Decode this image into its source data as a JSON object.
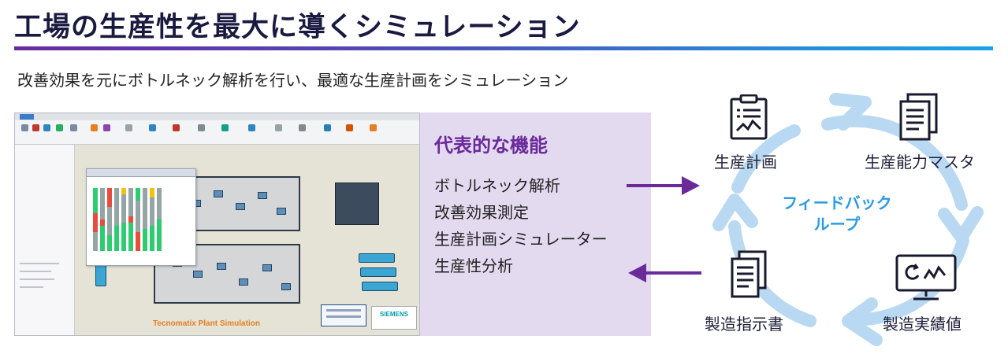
{
  "page": {
    "title": "工場の生産性を最大に導くシミュレーション",
    "subtitle": "改善効果を元にボトルネック解析を行い、最適な生産計画をシミュレーション"
  },
  "screenshot": {
    "brand_text": "Tecnomatix Plant Simulation",
    "siemens_text": "SIEMENS"
  },
  "features": {
    "heading": "代表的な機能",
    "items": [
      "ボトルネック解析",
      "改善効果測定",
      "生産計画シミュレーター",
      "生産性分析"
    ]
  },
  "cycle": {
    "center_line1": "フィードバック",
    "center_line2": "ループ",
    "nodes": [
      {
        "label": "生産計画",
        "icon": "clipboard-chart-icon"
      },
      {
        "label": "生産能力マスタ",
        "icon": "documents-icon"
      },
      {
        "label": "製造指示書",
        "icon": "instruction-document-icon"
      },
      {
        "label": "製造実績値",
        "icon": "monitor-chart-icon"
      }
    ]
  },
  "colors": {
    "accent_purple": "#6a2a9a",
    "feature_bg": "#e4daf0",
    "loop_blue": "#b9d9f2",
    "loop_text": "#2a9ce0"
  }
}
